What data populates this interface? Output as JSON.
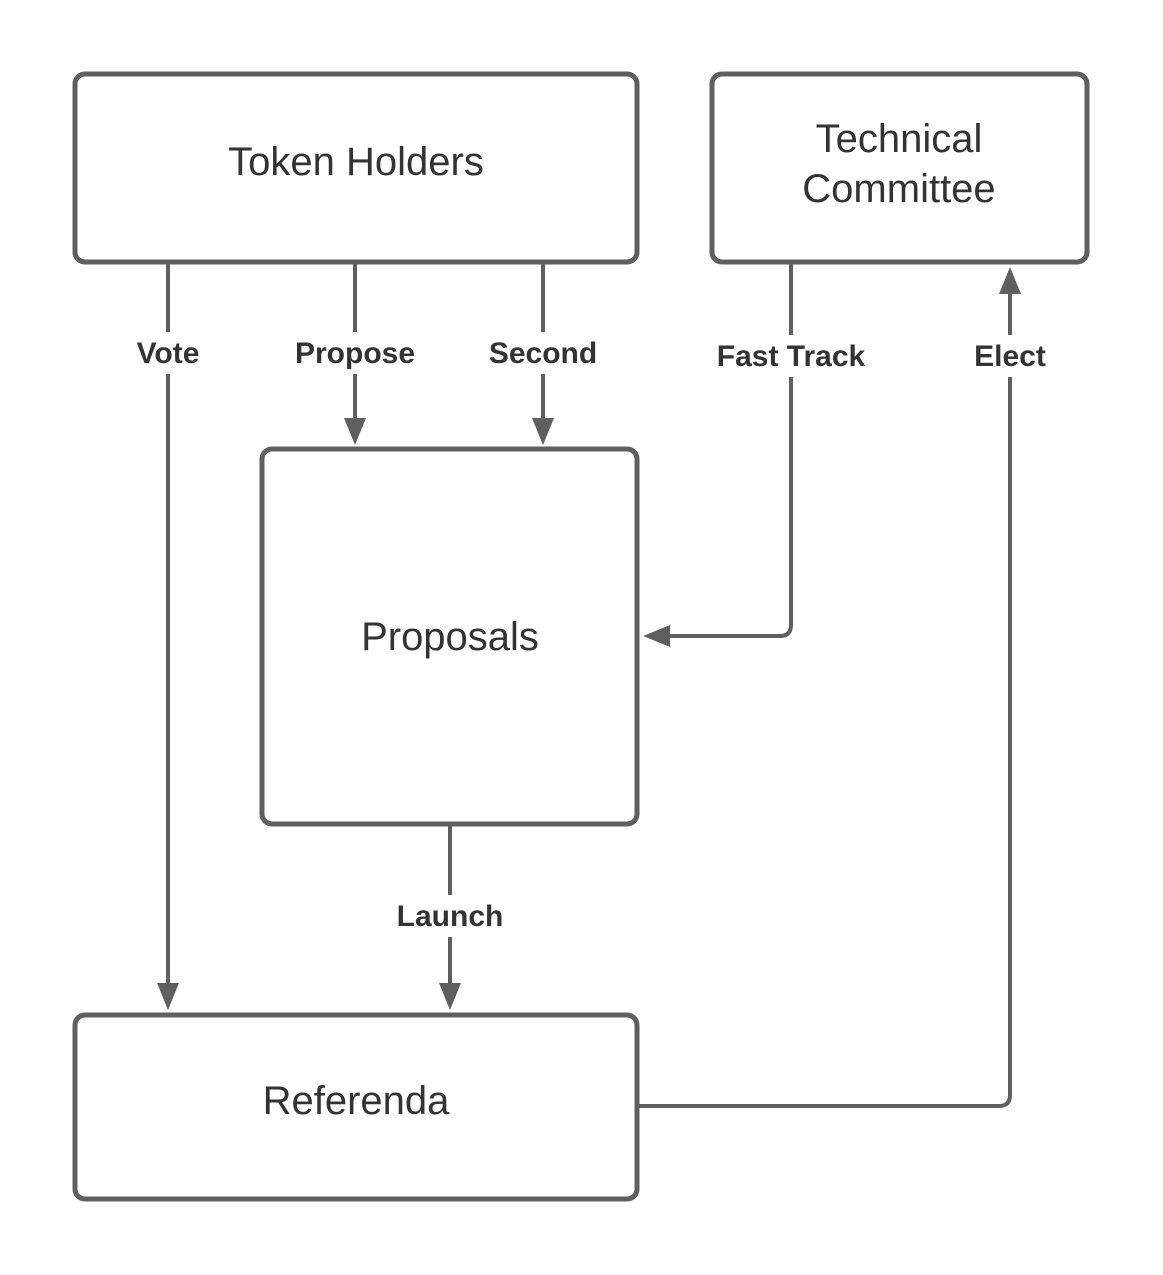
{
  "nodes": {
    "token_holders": "Token Holders",
    "technical_committee_line1": "Technical",
    "technical_committee_line2": "Committee",
    "proposals": "Proposals",
    "referenda": "Referenda"
  },
  "edges": {
    "vote": "Vote",
    "propose": "Propose",
    "second": "Second",
    "fast_track": "Fast Track",
    "elect": "Elect",
    "launch": "Launch"
  },
  "colors": {
    "stroke": "#5f5f5f",
    "text": "#333333",
    "background": "#ffffff"
  }
}
